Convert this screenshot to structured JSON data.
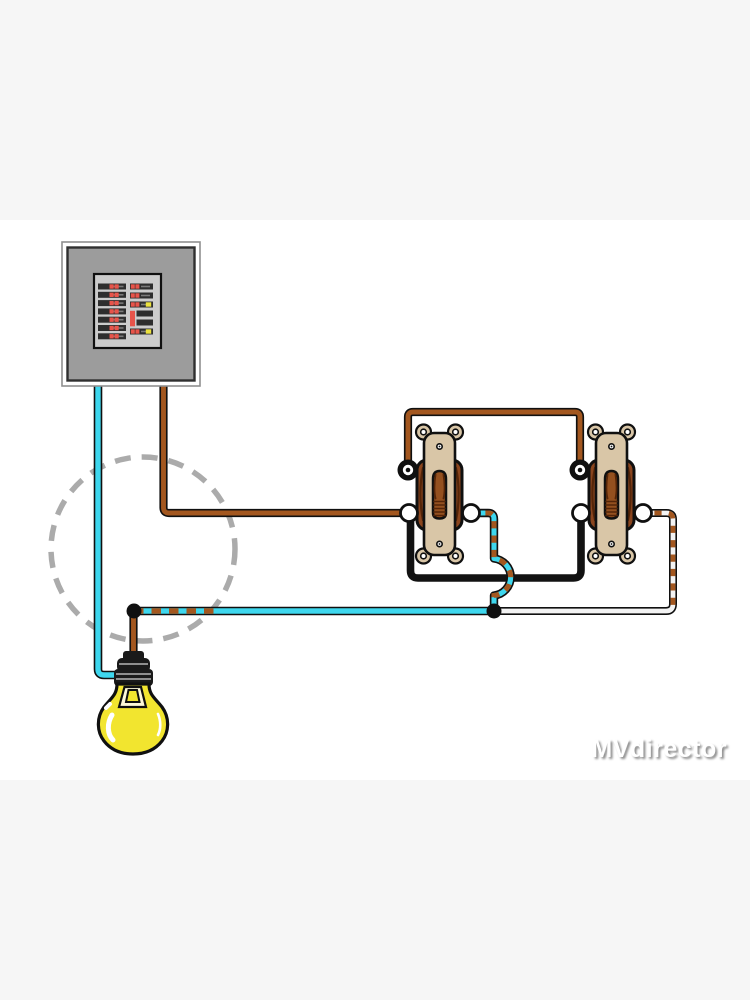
{
  "watermark": "MVdirector",
  "palette": {
    "band": "#f6f6f6",
    "canvas": "#ffffff",
    "outline": "#101010",
    "wire_brown": "#a3571f",
    "wire_cyan": "#3ed7ee",
    "wire_black": "#121212",
    "wire_white": "#f3f3f3",
    "dashed_circle": "#ababab",
    "panel_frame": "#ffffff",
    "panel_frame_edge": "#8f8f8f",
    "panel_body": "#9c9c9c",
    "panel_body_edge": "#2f2f2f",
    "panel_inner": "#cccccc",
    "breaker_dark": "#2e2e2e",
    "breaker_groove": "#7a7a7a",
    "breaker_red": "#e8544a",
    "breaker_yellow": "#ece23e",
    "switch_plate": "#d9c6a7",
    "switch_body": "#8a451e",
    "switch_body_dark": "#552508",
    "toggle_brown": "#94501f",
    "socket_black": "#1a1a1a",
    "socket_ridge": "#b5b5b5",
    "bulb_yellow": "#f2e52f",
    "bulb_stem": "#fdf8d7",
    "highlight_white": "#ffffff",
    "watermark_color": "#ffffff",
    "watermark_shadow": "#8d8d8d"
  },
  "panel": {
    "left_column": [
      {
        "toggles": [
          "red",
          "red"
        ],
        "short": false
      },
      {
        "toggles": [
          "red",
          "red"
        ],
        "short": false
      },
      {
        "toggles": [
          "red",
          "red"
        ],
        "short": false
      },
      {
        "toggles": [
          "red",
          "red"
        ],
        "short": false
      },
      {
        "toggles": [
          "red",
          "red"
        ],
        "short": false
      },
      {
        "toggles": [
          "red",
          "red"
        ],
        "short": false
      },
      {
        "toggles": [
          "red",
          "red"
        ],
        "short": false
      }
    ],
    "right_column": [
      {
        "toggles": [
          "red",
          "red"
        ],
        "short": false
      },
      {
        "toggles": [
          "red",
          "red"
        ],
        "short": false
      },
      {
        "toggles": [
          "red",
          "red",
          "yellow"
        ],
        "short": false
      },
      {
        "toggles": [],
        "short": true
      },
      {
        "toggles": [],
        "short": true
      },
      {
        "toggles": [
          "red",
          "red",
          "yellow"
        ],
        "short": false
      }
    ],
    "has_red_strip": true
  },
  "diagram": {
    "components": [
      {
        "name": "breaker-panel"
      },
      {
        "name": "three-way-switch-1"
      },
      {
        "name": "three-way-switch-2"
      },
      {
        "name": "light-bulb"
      },
      {
        "name": "fixture-boundary-circle"
      }
    ],
    "wires": [
      {
        "name": "neutral-wire",
        "color": "cyan"
      },
      {
        "name": "hot-feed-wire",
        "color": "brown"
      },
      {
        "name": "traveler-top-wire",
        "color": "brown"
      },
      {
        "name": "switch-link-wire",
        "color": "black"
      },
      {
        "name": "traveler-striped-wire",
        "color": "cyan-brown-striped"
      },
      {
        "name": "lamp-feed-wire",
        "color": "cyan-brown-striped"
      },
      {
        "name": "return-wire",
        "color": "white-brown-striped"
      }
    ]
  }
}
